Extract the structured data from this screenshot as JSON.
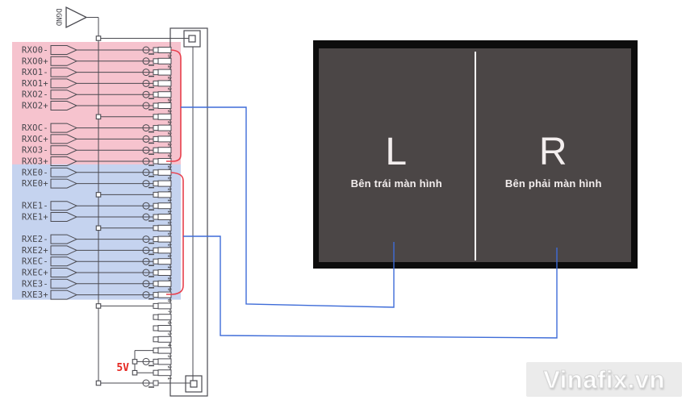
{
  "schematic": {
    "ground_label": "DGND",
    "power_label": "5V",
    "connector_pins": [
      {
        "pin": 30,
        "label": "RXO0-",
        "type": "signal"
      },
      {
        "pin": 29,
        "label": "RXO0+",
        "type": "signal"
      },
      {
        "pin": 28,
        "label": "RXO1-",
        "type": "signal"
      },
      {
        "pin": 27,
        "label": "RXO1+",
        "type": "signal"
      },
      {
        "pin": 26,
        "label": "RXO2-",
        "type": "signal"
      },
      {
        "pin": 25,
        "label": "RXO2+",
        "type": "signal"
      },
      {
        "pin": 24,
        "label": "",
        "type": "gnd"
      },
      {
        "pin": 23,
        "label": "RXOC-",
        "type": "signal"
      },
      {
        "pin": 22,
        "label": "RXOC+",
        "type": "signal"
      },
      {
        "pin": 21,
        "label": "RXO3-",
        "type": "signal"
      },
      {
        "pin": 20,
        "label": "RXO3+",
        "type": "signal"
      },
      {
        "pin": 19,
        "label": "RXE0-",
        "type": "signal"
      },
      {
        "pin": 18,
        "label": "RXE0+",
        "type": "signal"
      },
      {
        "pin": 17,
        "label": "",
        "type": "gnd"
      },
      {
        "pin": 16,
        "label": "RXE1-",
        "type": "signal"
      },
      {
        "pin": 15,
        "label": "RXE1+",
        "type": "signal"
      },
      {
        "pin": 14,
        "label": "",
        "type": "gnd"
      },
      {
        "pin": 13,
        "label": "RXE2-",
        "type": "signal"
      },
      {
        "pin": 12,
        "label": "RXE2+",
        "type": "signal"
      },
      {
        "pin": 11,
        "label": "RXEC-",
        "type": "signal"
      },
      {
        "pin": 10,
        "label": "RXEC+",
        "type": "signal"
      },
      {
        "pin": 9,
        "label": "RXE3-",
        "type": "signal"
      },
      {
        "pin": 8,
        "label": "RXE3+",
        "type": "signal"
      },
      {
        "pin": 7,
        "label": "",
        "type": "gnd"
      },
      {
        "pin": 6,
        "label": "",
        "type": "nc"
      },
      {
        "pin": 5,
        "label": "",
        "type": "nc"
      },
      {
        "pin": 4,
        "label": "",
        "type": "nc"
      },
      {
        "pin": 3,
        "label": "",
        "type": "pwr"
      },
      {
        "pin": 2,
        "label": "",
        "type": "pwr_c"
      },
      {
        "pin": 1,
        "label": "",
        "type": "pwr"
      }
    ],
    "highlights": [
      {
        "name": "odd-lvds-channels",
        "color": "#f6c3ce",
        "from_pin": 30,
        "to_pin": 20
      },
      {
        "name": "even-lvds-channels",
        "color": "#c5d3ef",
        "from_pin": 19,
        "to_pin": 8
      }
    ]
  },
  "monitor": {
    "left_half": {
      "letter": "L",
      "caption": "Bên trái màn hình"
    },
    "right_half": {
      "letter": "R",
      "caption": "Bên phải màn hình"
    }
  },
  "watermark": {
    "text": "Vinafix.vn"
  },
  "colors": {
    "schematic_line": "#4a4a50",
    "label_text": "#45454b",
    "bracket_red": "#e8404d",
    "wire_blue": "#3e6cd8",
    "power_red": "#e52620",
    "screen_frame": "#0d0d0d",
    "screen_bg": "#4b4646",
    "screen_divider": "#fdfdfd",
    "screen_text": "#f3eeee",
    "watermark_bg": "#ebebeb"
  }
}
